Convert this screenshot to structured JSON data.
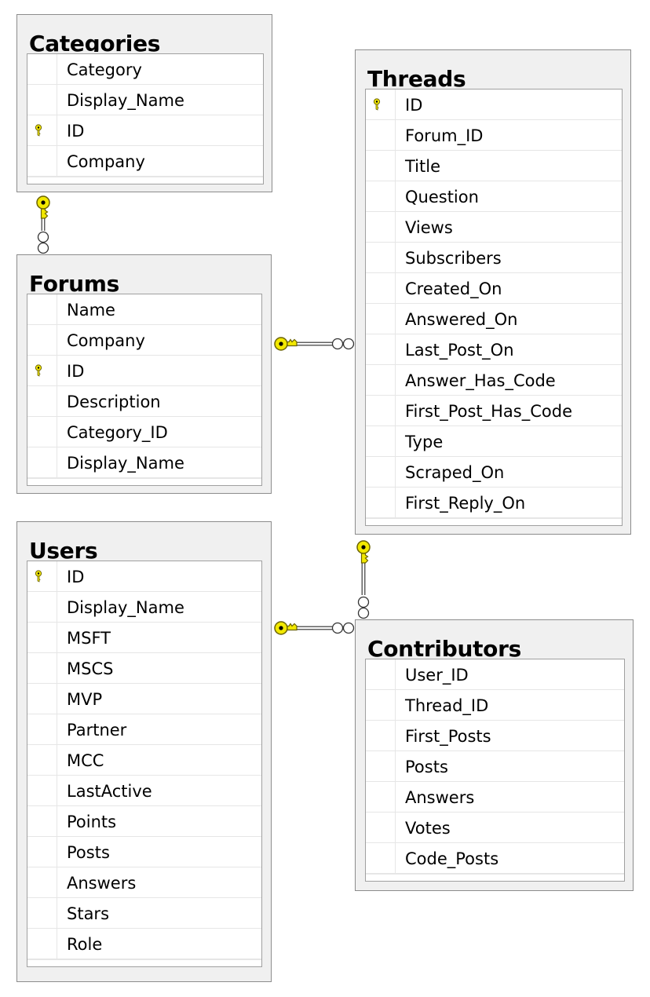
{
  "tables": {
    "categories": {
      "title": "Categories",
      "columns": [
        {
          "name": "Category",
          "pk": false
        },
        {
          "name": "Display_Name",
          "pk": false
        },
        {
          "name": "ID",
          "pk": true
        },
        {
          "name": "Company",
          "pk": false
        }
      ]
    },
    "forums": {
      "title": "Forums",
      "columns": [
        {
          "name": "Name",
          "pk": false
        },
        {
          "name": "Company",
          "pk": false
        },
        {
          "name": "ID",
          "pk": true
        },
        {
          "name": "Description",
          "pk": false
        },
        {
          "name": "Category_ID",
          "pk": false
        },
        {
          "name": "Display_Name",
          "pk": false
        }
      ]
    },
    "users": {
      "title": "Users",
      "columns": [
        {
          "name": "ID",
          "pk": true
        },
        {
          "name": "Display_Name",
          "pk": false
        },
        {
          "name": "MSFT",
          "pk": false
        },
        {
          "name": "MSCS",
          "pk": false
        },
        {
          "name": "MVP",
          "pk": false
        },
        {
          "name": "Partner",
          "pk": false
        },
        {
          "name": "MCC",
          "pk": false
        },
        {
          "name": "LastActive",
          "pk": false
        },
        {
          "name": "Points",
          "pk": false
        },
        {
          "name": "Posts",
          "pk": false
        },
        {
          "name": "Answers",
          "pk": false
        },
        {
          "name": "Stars",
          "pk": false
        },
        {
          "name": "Role",
          "pk": false
        }
      ]
    },
    "threads": {
      "title": "Threads",
      "columns": [
        {
          "name": "ID",
          "pk": true
        },
        {
          "name": "Forum_ID",
          "pk": false
        },
        {
          "name": "Title",
          "pk": false
        },
        {
          "name": "Question",
          "pk": false
        },
        {
          "name": "Views",
          "pk": false
        },
        {
          "name": "Subscribers",
          "pk": false
        },
        {
          "name": "Created_On",
          "pk": false
        },
        {
          "name": "Answered_On",
          "pk": false
        },
        {
          "name": "Last_Post_On",
          "pk": false
        },
        {
          "name": "Answer_Has_Code",
          "pk": false
        },
        {
          "name": "First_Post_Has_Code",
          "pk": false
        },
        {
          "name": "Type",
          "pk": false
        },
        {
          "name": "Scraped_On",
          "pk": false
        },
        {
          "name": "First_Reply_On",
          "pk": false
        }
      ]
    },
    "contributors": {
      "title": "Contributors",
      "columns": [
        {
          "name": "User_ID",
          "pk": false
        },
        {
          "name": "Thread_ID",
          "pk": false
        },
        {
          "name": "First_Posts",
          "pk": false
        },
        {
          "name": "Posts",
          "pk": false
        },
        {
          "name": "Answers",
          "pk": false
        },
        {
          "name": "Votes",
          "pk": false
        },
        {
          "name": "Code_Posts",
          "pk": false
        }
      ]
    }
  },
  "relationships": [
    {
      "one": "categories",
      "many": "forums"
    },
    {
      "one": "forums",
      "many": "threads"
    },
    {
      "one": "threads",
      "many": "contributors"
    },
    {
      "one": "users",
      "many": "contributors"
    }
  ],
  "colors": {
    "key_fill": "#f2e800",
    "key_stroke": "#6b6300",
    "table_bg": "#f0f0f0",
    "table_border": "#8c8c8c",
    "grid_line": "#e6e6e6"
  },
  "icons": {
    "primary_key": "key-icon",
    "one_end": "key-icon",
    "many_end": "infinity-icon"
  }
}
